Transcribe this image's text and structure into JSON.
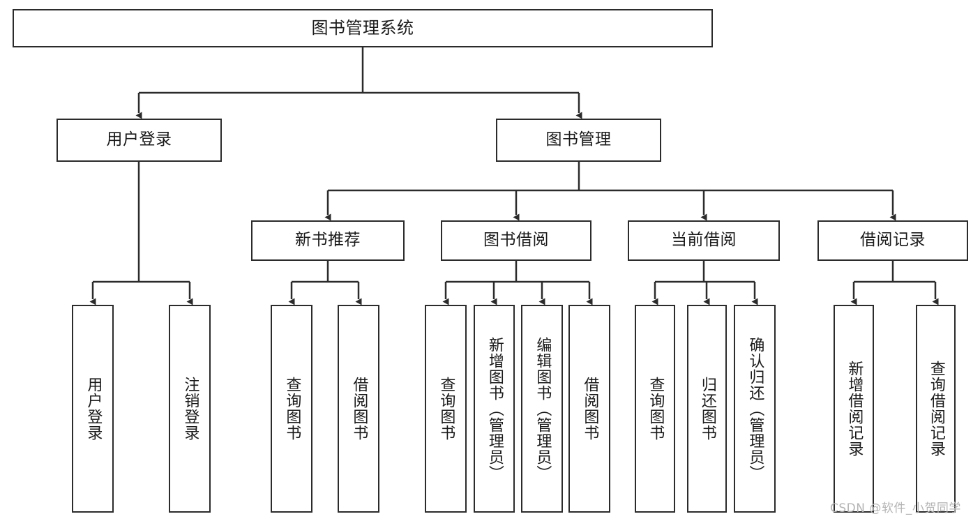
{
  "diagram": {
    "title": "图书管理系统",
    "type": "tree",
    "style": {
      "line_color": "#2b2b2b",
      "box_border_color": "#2b2b2b",
      "box_fill": "#ffffff",
      "text_color": "#1a1a1a",
      "background": "#ffffff"
    },
    "root": {
      "label": "图书管理系统"
    },
    "level2": [
      {
        "label": "用户登录"
      },
      {
        "label": "图书管理"
      }
    ],
    "level3": [
      {
        "label": "新书推荐"
      },
      {
        "label": "图书借阅"
      },
      {
        "label": "当前借阅"
      },
      {
        "label": "借阅记录"
      }
    ],
    "leaves": {
      "user_login": [
        {
          "label": "用户登录"
        },
        {
          "label": "注销登录"
        }
      ],
      "new_book_recommend": [
        {
          "label": "查询图书"
        },
        {
          "label": "借阅图书"
        }
      ],
      "book_borrow": [
        {
          "label": "查询图书"
        },
        {
          "label": "新增图书（管理员）"
        },
        {
          "label": "编辑图书（管理员）"
        },
        {
          "label": "借阅图书"
        }
      ],
      "current_borrow": [
        {
          "label": "查询图书"
        },
        {
          "label": "归还图书"
        },
        {
          "label": "确认归还（管理员）"
        }
      ],
      "borrow_record": [
        {
          "label": "新增借阅记录"
        },
        {
          "label": "查询借阅记录"
        }
      ]
    }
  },
  "watermark": {
    "text": "CSDN @软件_小贺同学"
  }
}
